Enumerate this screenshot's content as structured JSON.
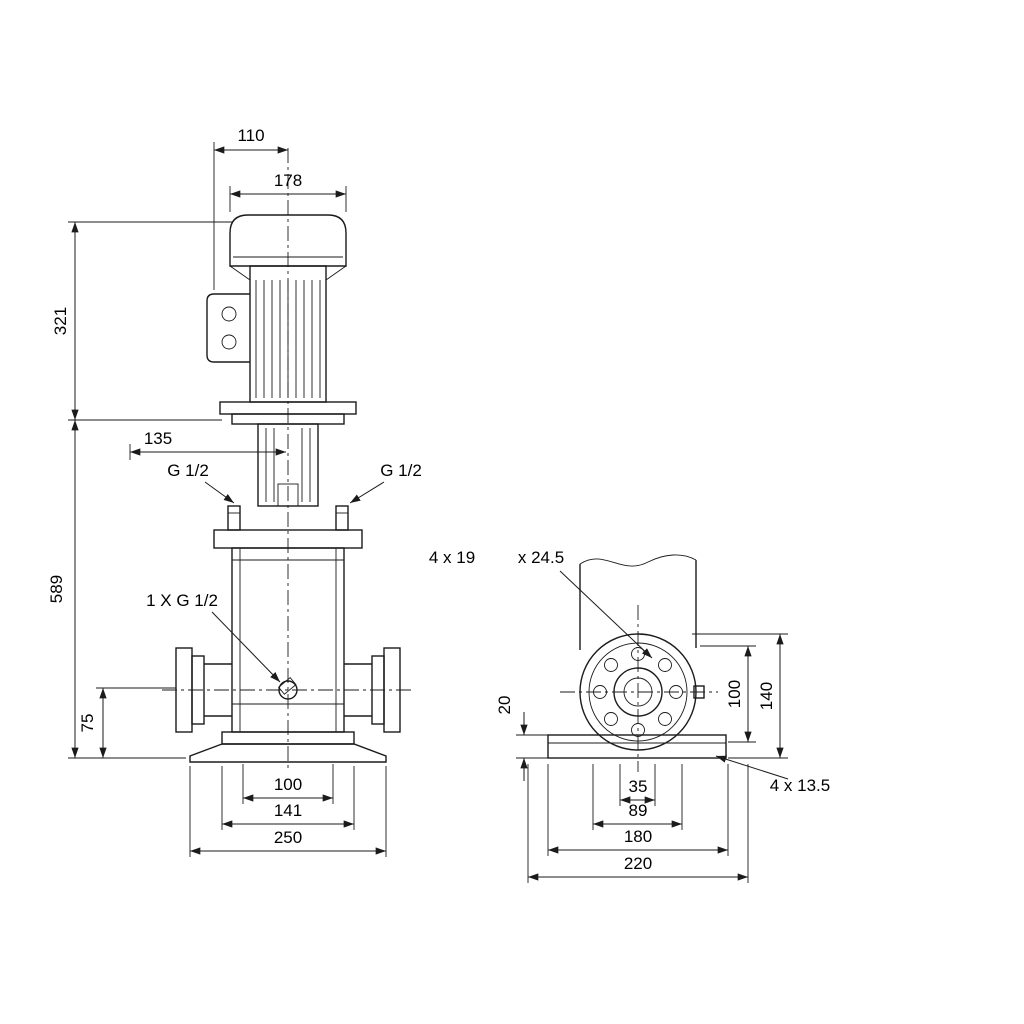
{
  "front_view": {
    "dim_motor_depth": "110",
    "dim_motor_width": "178",
    "dim_motor_height": "321",
    "dim_head_offset": "135",
    "dim_total_height": "589",
    "dim_port_height": "75",
    "dim_base_inner": "100",
    "dim_base_bolt": "141",
    "dim_base_width": "250",
    "port_left_label": "G 1/2",
    "port_right_label": "G 1/2",
    "drain_label": "1 X G 1/2"
  },
  "side_view": {
    "flange_hole_callout": "4 x 19",
    "flange_depth_callout": "x 24.5",
    "dim_base_thickness": "20",
    "dim_port_center_height": "100",
    "dim_flange_height": "140",
    "dim_slot_width": "35",
    "dim_bolt_spacing": "89",
    "dim_base_length": "180",
    "dim_base_total": "220",
    "base_hole_callout": "4  x  13.5"
  }
}
